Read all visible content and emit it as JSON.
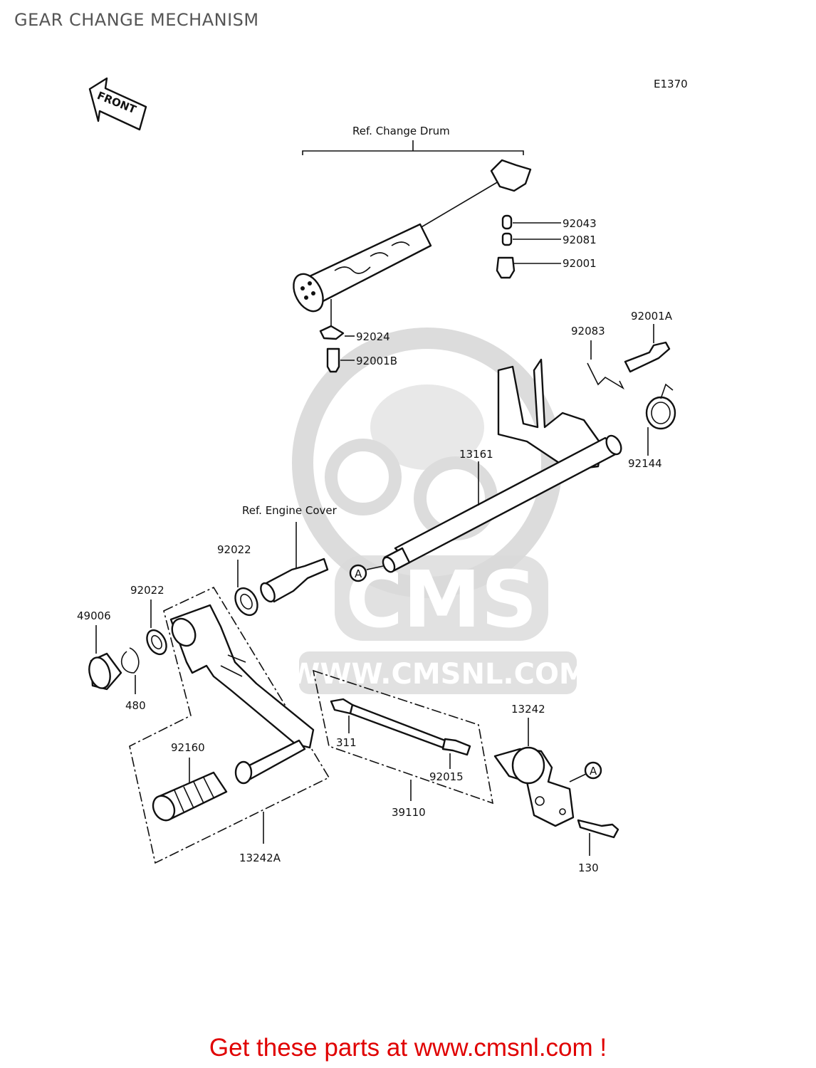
{
  "page": {
    "title": "GEAR CHANGE MECHANISM"
  },
  "diagram": {
    "code": "E1370",
    "front_label": "FRONT",
    "ref_change_drum": "Ref.  Change Drum",
    "ref_engine_cover": "Ref.  Engine Cover",
    "callout_marker": "A",
    "parts": {
      "p92043": "92043",
      "p92081": "92081",
      "p92001": "92001",
      "p92024": "92024",
      "p92001B": "92001B",
      "p92083": "92083",
      "p92001A": "92001A",
      "p92144": "92144",
      "p13161": "13161",
      "p92022_upper": "92022",
      "p92022_lower": "92022",
      "p49006": "49006",
      "p480": "480",
      "p92160": "92160",
      "p13242A": "13242A",
      "p311": "311",
      "p92015": "92015",
      "p39110": "39110",
      "p13242": "13242",
      "p130": "130"
    }
  },
  "watermark": {
    "brand": "CMS",
    "url": "WWW.CMSNL.COM"
  },
  "footer": {
    "link_text": "Get these parts at www.cmsnl.com !"
  },
  "colors": {
    "footer_link": "#e00000",
    "title": "#555555",
    "watermark": "#d9d9d9"
  }
}
